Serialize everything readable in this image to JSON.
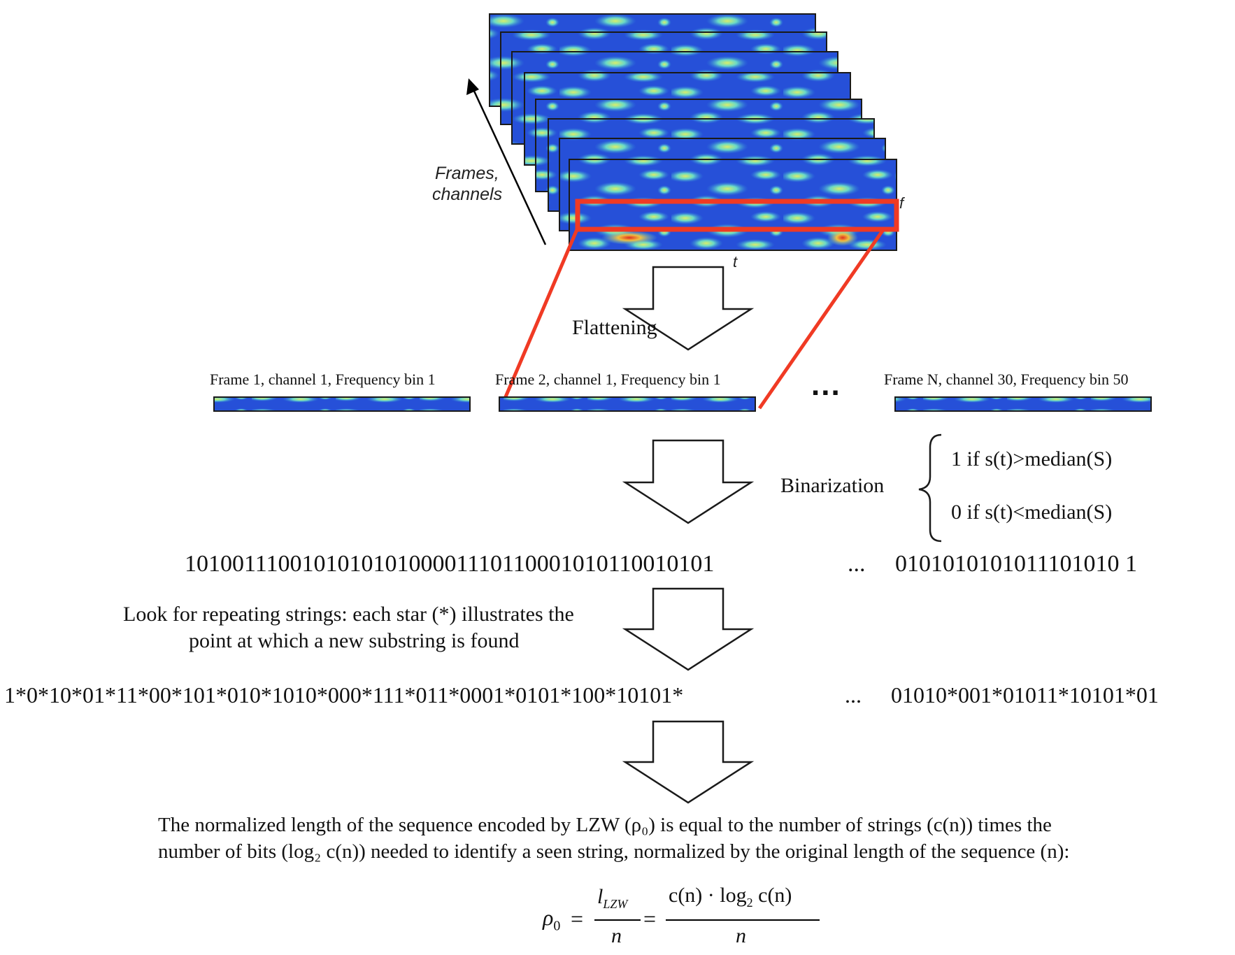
{
  "stack": {
    "axis_label_line1": "Frames,",
    "axis_label_line2": "channels",
    "f_label": "f",
    "t_label": "t"
  },
  "step_flatten": {
    "label": "Flattening"
  },
  "flat_strips": [
    {
      "label": "Frame 1, channel 1, Frequency bin 1"
    },
    {
      "label": "Frame 2, channel 1, Frequency bin 1"
    },
    {
      "label": "Frame N, channel 30, Frequency bin 50"
    }
  ],
  "ellipsis_big": "...",
  "step_binarize": {
    "label": "Binarization",
    "case1": "1 if s(t)>median(S)",
    "case0": "0 if s(t)<median(S)"
  },
  "binary_sequence": {
    "left": "101001110010101010100001110110001010110010101",
    "ellipsis": "...",
    "right": "0101010101011101010 1"
  },
  "step_search": {
    "line1": "Look for repeating strings: each star (*) illustrates the",
    "line2": "point at which a new substring is found"
  },
  "parsed_sequence": {
    "left": "1*0*10*01*11*00*101*010*1010*000*111*011*0001*0101*100*10101*",
    "ellipsis": "...",
    "right": "01010*001*01011*10101*01"
  },
  "description": {
    "line1": "The normalized length of the sequence encoded by LZW (ρ₀) is equal to the number of strings (c(n)) times the",
    "line2": "number of bits (log₂ c(n)) needed to identify a seen string, normalized by the original length of the sequence (n):"
  },
  "formula": {
    "lhs": "ρ",
    "lhs_sub": "0",
    "eq": "=",
    "frac1_num": "l",
    "frac1_num_sub": "LZW",
    "frac1_den": "n",
    "frac2_num": "c(n) · log",
    "frac2_num_sub": "2",
    "frac2_num_tail": " c(n)",
    "frac2_den": "n"
  },
  "colors": {
    "highlight": "#f03a24",
    "spectro_dark": "#1a2fc8",
    "spectro_mid": "#2f8fe0",
    "spectro_light": "#5fd6c8",
    "spectro_yellow": "#e8e860"
  }
}
